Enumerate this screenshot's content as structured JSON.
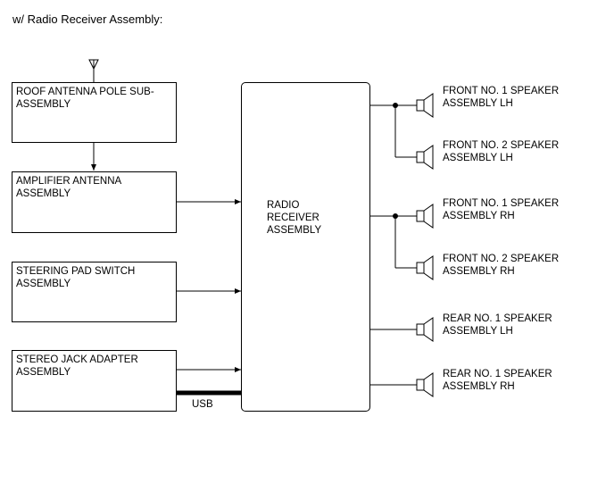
{
  "title": "w/ Radio Receiver Assembly:",
  "components": {
    "roof_antenna": [
      "ROOF ANTENNA POLE SUB-",
      "ASSEMBLY"
    ],
    "amplifier_antenna": [
      "AMPLIFIER ANTENNA",
      "ASSEMBLY"
    ],
    "steering_pad": [
      "STEERING PAD SWITCH",
      "ASSEMBLY"
    ],
    "stereo_jack": [
      "STEREO JACK ADAPTER",
      "ASSEMBLY"
    ],
    "radio_receiver": [
      "RADIO",
      "RECEIVER",
      "ASSEMBLY"
    ]
  },
  "speakers": [
    [
      "FRONT NO. 1 SPEAKER",
      "ASSEMBLY LH"
    ],
    [
      "FRONT NO. 2 SPEAKER",
      "ASSEMBLY LH"
    ],
    [
      "FRONT NO. 1 SPEAKER",
      "ASSEMBLY RH"
    ],
    [
      "FRONT NO. 2 SPEAKER",
      "ASSEMBLY RH"
    ],
    [
      "REAR NO. 1 SPEAKER",
      "ASSEMBLY LH"
    ],
    [
      "REAR NO. 1 SPEAKER",
      "ASSEMBLY RH"
    ]
  ],
  "usb_label": "USB",
  "icons": {
    "antenna": "antenna-icon",
    "speaker": "speaker-icon"
  }
}
